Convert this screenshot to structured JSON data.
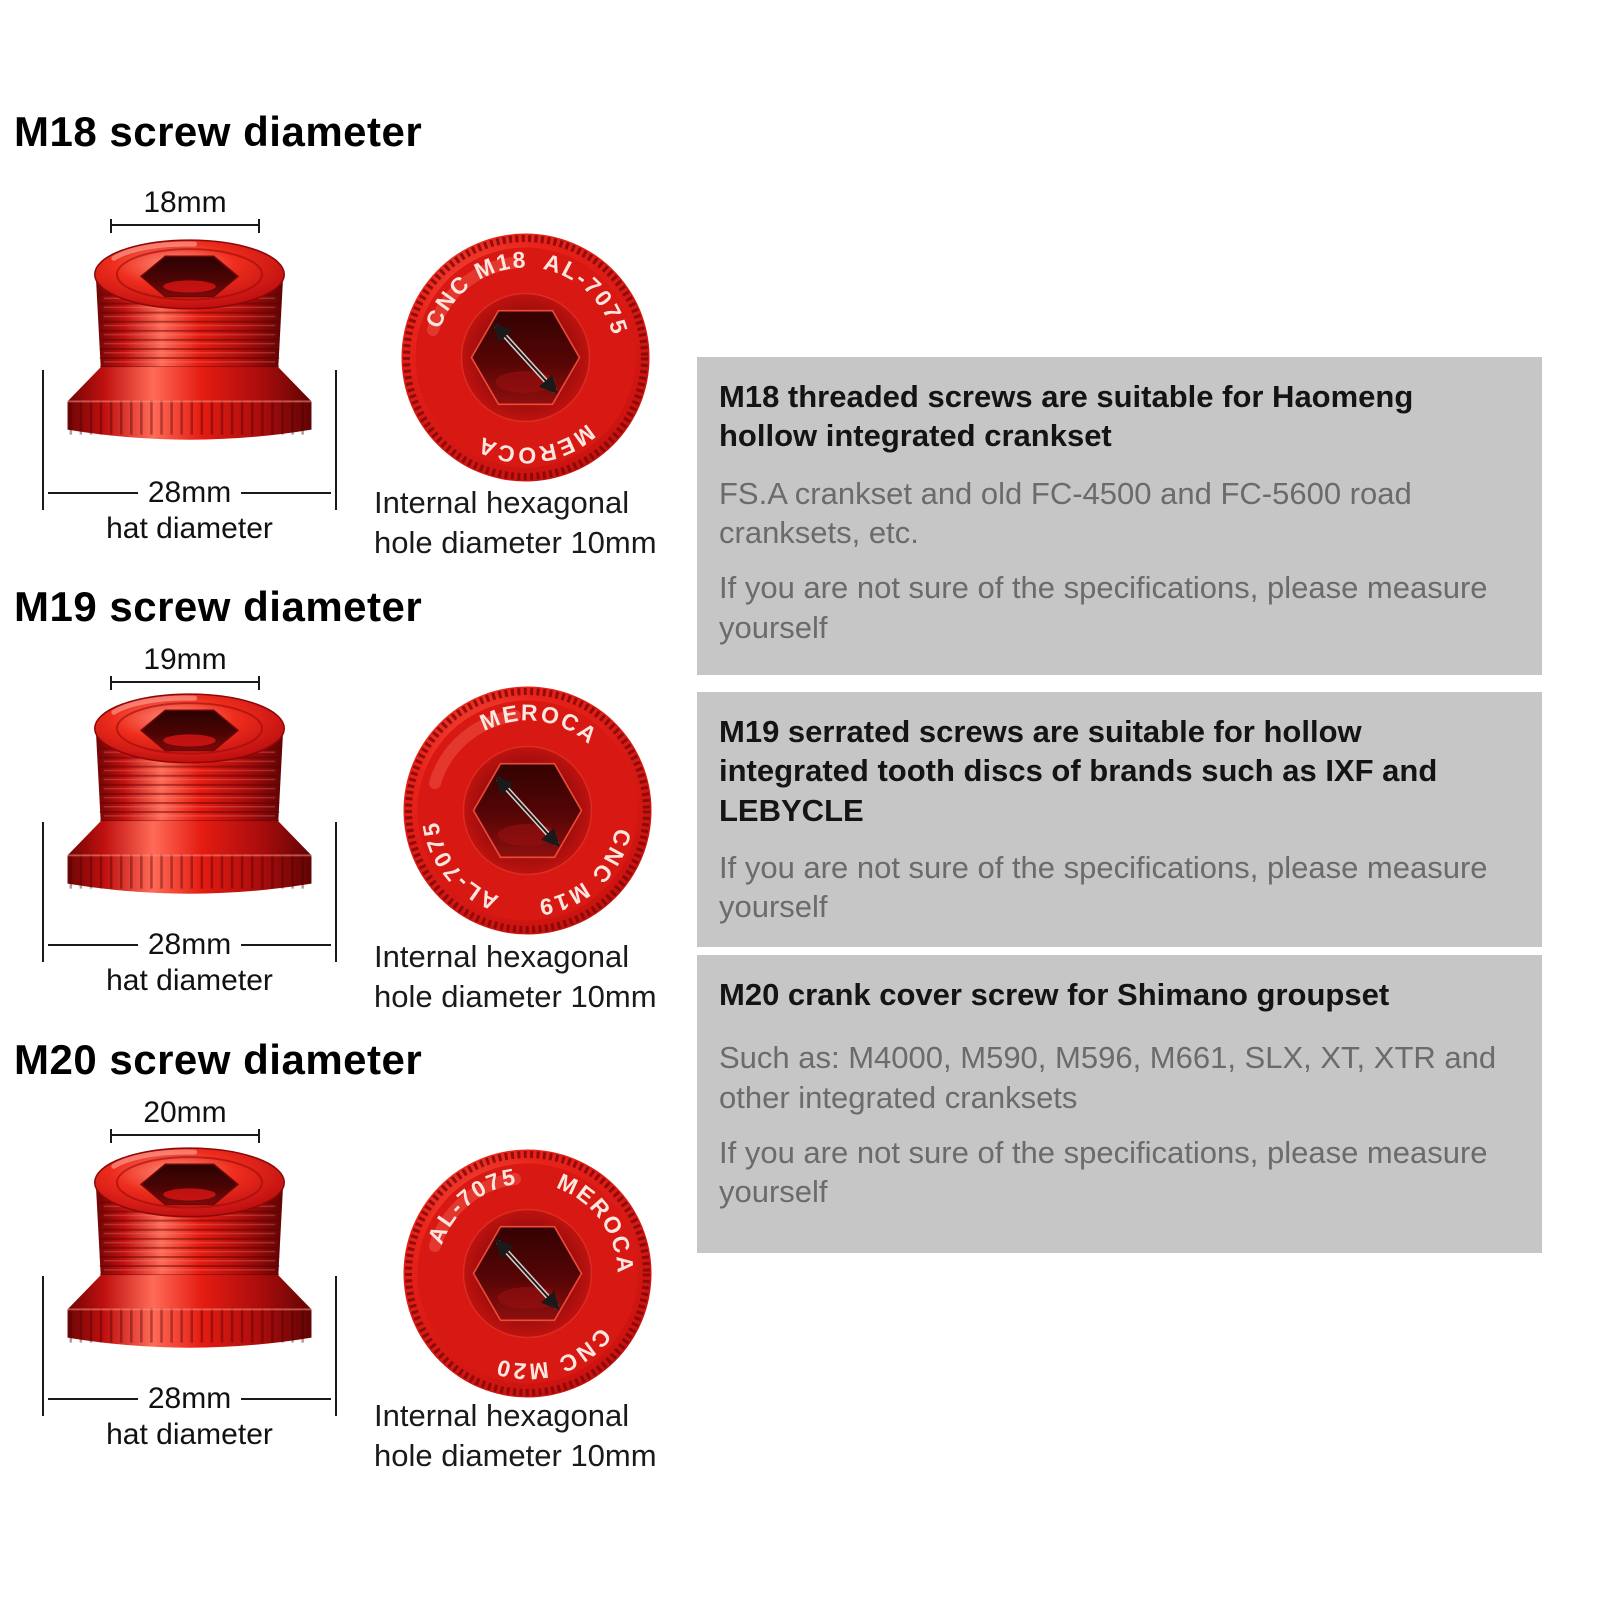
{
  "colors": {
    "red_accent": "#d81616",
    "box_bg": "#c6c6c6",
    "body_text": "#6b6b6b"
  },
  "sections": [
    {
      "heading": "M18 screw diameter",
      "top_dim_label": "18mm",
      "hat_dim_label": "28mm",
      "hat_caption": "hat diameter",
      "ring": [
        "CNC M18",
        "AL-7075",
        "MEROCA"
      ],
      "hex_caption": "Internal hexagonal hole diameter 10mm",
      "info": {
        "title": "M18 threaded screws are suitable for Haomeng hollow integrated crankset",
        "paragraphs": [
          "FS.A crankset and old FC-4500 and FC-5600 road cranksets, etc.",
          "If you are not sure of the specifications, please measure yourself"
        ]
      }
    },
    {
      "heading": "M19 screw diameter",
      "top_dim_label": "19mm",
      "hat_dim_label": "28mm",
      "hat_caption": "hat diameter",
      "ring": [
        "MEROCA",
        "CNC M19",
        "AL-7075"
      ],
      "hex_caption": "Internal hexagonal hole diameter 10mm",
      "info": {
        "title": "M19 serrated screws are suitable for hollow integrated tooth discs of brands such as IXF and LEBYCLE",
        "paragraphs": [
          "If you are not sure of the specifications, please measure yourself"
        ]
      }
    },
    {
      "heading": "M20 screw diameter",
      "top_dim_label": "20mm",
      "hat_dim_label": "28mm",
      "hat_caption": "hat diameter",
      "ring": [
        "AL-7075",
        "MEROCA",
        "CNC M20"
      ],
      "hex_caption": "Internal hexagonal hole diameter 10mm",
      "info": {
        "title": "M20 crank cover screw for Shimano groupset",
        "paragraphs": [
          "Such as: M4000, M590, M596, M661, SLX, XT, XTR and other integrated cranksets",
          "If you are not sure of the specifications, please measure yourself"
        ]
      }
    }
  ]
}
